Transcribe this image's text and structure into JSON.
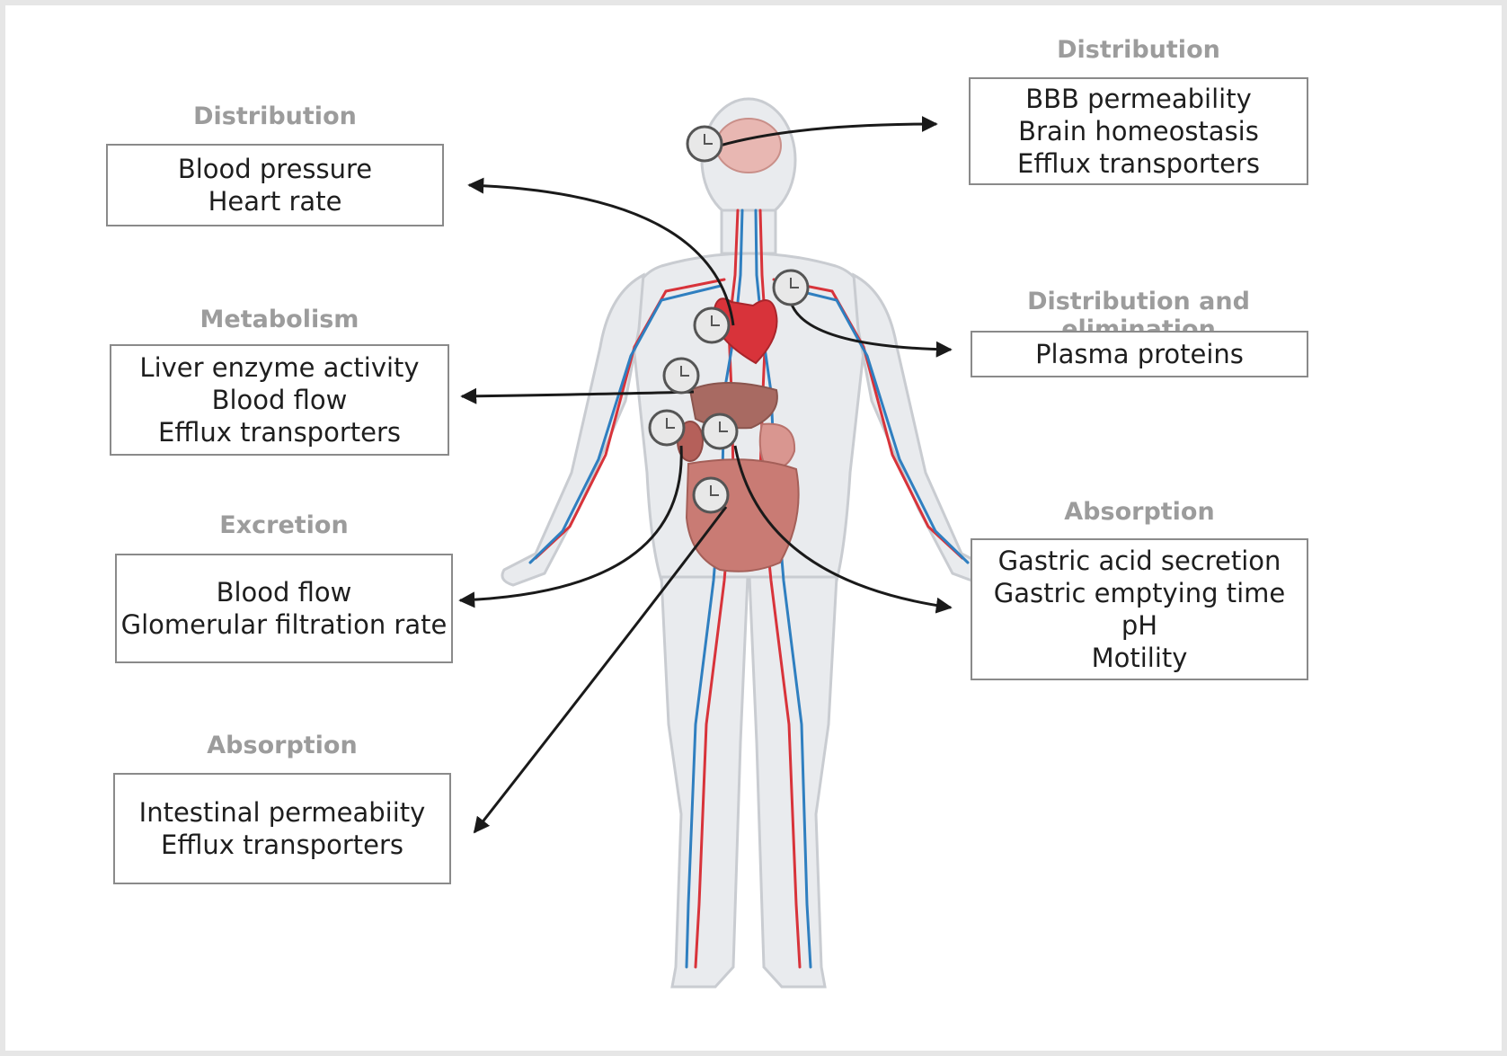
{
  "colors": {
    "background": "#ffffff",
    "heading": "#9c9c9c",
    "box_border": "#8a8a8a",
    "text": "#1e1e1e",
    "skin": "#e9ebee",
    "artery": "#d8333a",
    "vein": "#2f7fc0",
    "organ": "#c97b74",
    "arrow": "#1a1a1a",
    "clock_face": "#e8e8e8"
  },
  "callouts": [
    {
      "id": "brain",
      "heading": "Distribution",
      "lines": [
        "BBB permeability",
        "Brain homeostasis",
        "Efflux transporters"
      ]
    },
    {
      "id": "heart",
      "heading": "Distribution",
      "lines": [
        "Blood pressure",
        "Heart rate"
      ]
    },
    {
      "id": "plasma",
      "heading": "Distribution and elimination",
      "lines": [
        "Plasma proteins"
      ]
    },
    {
      "id": "liver",
      "heading": "Metabolism",
      "lines": [
        "Liver enzyme activity",
        "Blood flow",
        "Efflux transporters"
      ]
    },
    {
      "id": "kidney",
      "heading": "Excretion",
      "lines": [
        "Blood flow",
        "Glomerular filtration rate"
      ]
    },
    {
      "id": "stomach",
      "heading": "Absorption",
      "lines": [
        "Gastric acid secretion",
        "Gastric emptying time",
        "pH",
        "Motility"
      ]
    },
    {
      "id": "intestine",
      "heading": "Absorption",
      "lines": [
        "Intestinal permeabiity",
        "Efflux transporters"
      ]
    }
  ],
  "icons": {
    "organ_marker": "clock-icon",
    "connector_end": "arrowhead-icon"
  }
}
